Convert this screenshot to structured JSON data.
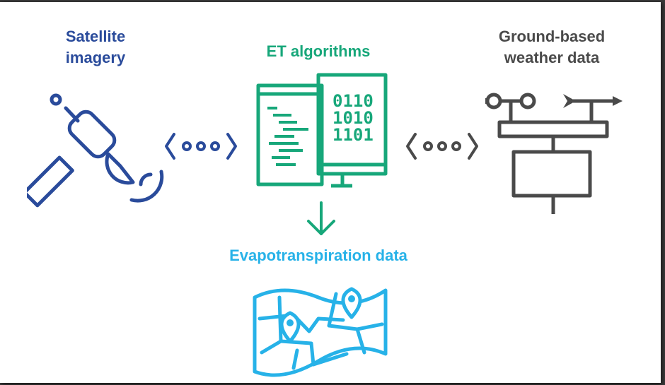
{
  "colors": {
    "satellite": "#2a4b9b",
    "et": "#17a77a",
    "ground": "#4a4a4a",
    "evapotranspiration": "#27b2e8"
  },
  "labels": {
    "satellite_line1": "Satellite",
    "satellite_line2": "imagery",
    "et_algorithms": "ET algorithms",
    "ground_line1": "Ground-based",
    "ground_line2": "weather data",
    "evapotranspiration": "Evapotranspiration data"
  },
  "binary_rows": [
    "0110",
    "1010",
    "1101"
  ],
  "icons": [
    "satellite-icon",
    "exchange-arrow-icon",
    "computer-code-icon",
    "down-arrow-icon",
    "weather-station-icon",
    "map-pins-icon"
  ]
}
